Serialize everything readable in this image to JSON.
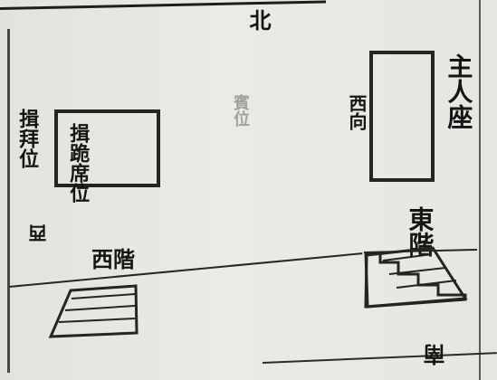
{
  "diagram": {
    "north": "北",
    "south": "南",
    "west": "西",
    "host_seat": "主人座",
    "west_facing": "西向",
    "east_steps": "東階",
    "west_steps": "西階",
    "kneel_seat": "揖跪席位",
    "bow_position": "揖拜位",
    "center_mark": "賓位"
  }
}
